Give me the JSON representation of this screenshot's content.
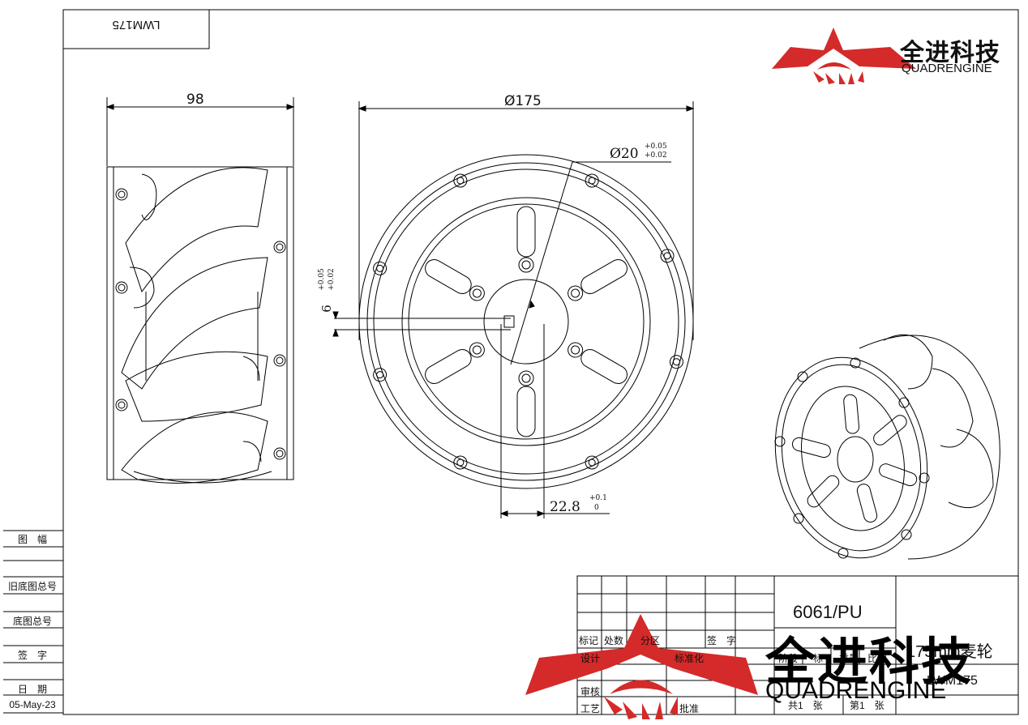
{
  "drawing_code_box": "LWM175",
  "dimensions": {
    "width": "98",
    "outer_diameter": "Ø175",
    "bore_diameter": "Ø20",
    "bore_tol_upper": "+0.05",
    "bore_tol_lower": "+0.02",
    "key_width": "6",
    "key_tol_upper": "+0.05",
    "key_tol_lower": "+0.02",
    "key_depth": "22.8",
    "depth_tol_upper": "+0.1",
    "depth_tol_lower": "0"
  },
  "company": {
    "name_cn": "全进科技",
    "name_en": "QUADRENGINE",
    "brand_color": "#d42a2a"
  },
  "side_panel": {
    "rows": [
      "图　幅",
      "旧底图总号",
      "底图总号",
      "签　字",
      "日　期"
    ],
    "date": "05-May-23"
  },
  "title_block": {
    "material": "6061/PU",
    "part_name": "175mm麦轮",
    "part_code": "LWM175",
    "labels": {
      "mark": "标记",
      "count": "处数",
      "zone": "分区",
      "sign": "签　字",
      "design": "设计",
      "standard": "标准化",
      "review": "审核",
      "process": "工艺",
      "approve": "批准",
      "stage": "阶段",
      "stage_mark": "标",
      "weight": "重量",
      "scale": "比例",
      "total_sheets": "共1　张",
      "sheet_no": "第1　张"
    }
  }
}
